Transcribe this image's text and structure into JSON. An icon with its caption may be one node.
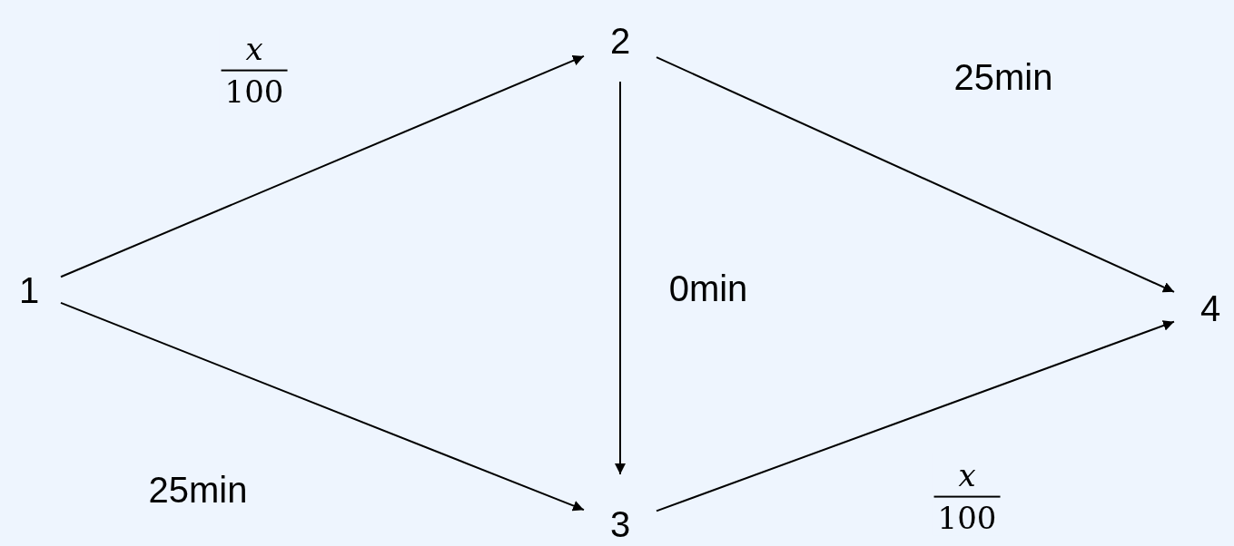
{
  "diagram": {
    "nodes": [
      {
        "text": [
          "1"
        ]
      },
      {
        "text": [
          "2"
        ]
      },
      {
        "text": [
          "3"
        ]
      },
      {
        "text": [
          "4"
        ]
      }
    ],
    "edges": [
      {
        "from": 0,
        "to": 1,
        "arrow": "to",
        "label": "x 100"
      },
      {
        "from": 0,
        "to": 2,
        "arrow": "to",
        "label": "25min"
      },
      {
        "from": 1,
        "to": 2,
        "arrow": "to",
        "label": "0min"
      },
      {
        "from": 1,
        "to": 3,
        "arrow": "to",
        "label": "25min"
      },
      {
        "from": 2,
        "to": 3,
        "arrow": "to",
        "label": "x 100"
      }
    ]
  }
}
